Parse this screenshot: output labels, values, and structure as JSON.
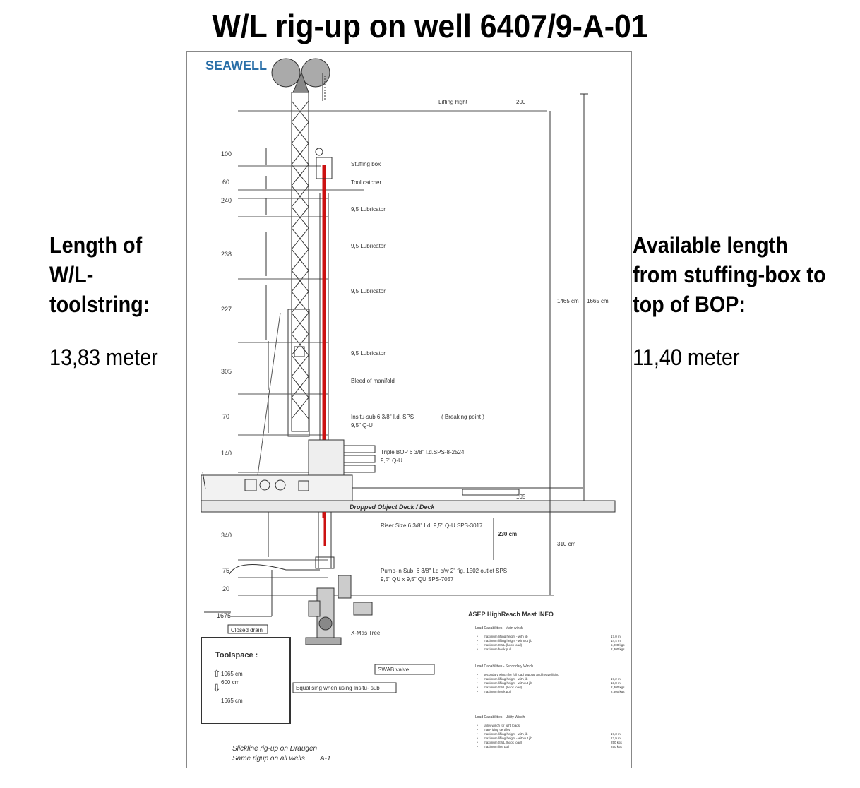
{
  "page": {
    "title": "W/L rig-up on well  6407/9-A-01",
    "left_heading": [
      "Length of",
      "W/L-",
      "toolstring:"
    ],
    "left_value": "13,83 meter",
    "right_heading": [
      "Available length",
      "from stuffing-box to",
      "top of BOP:"
    ],
    "right_value": "11,40 meter"
  },
  "drawing": {
    "logo": "SEAWELL",
    "lifting": {
      "label": "Lifting hight",
      "value": "200"
    },
    "lengths_left": [
      "100",
      "60",
      "240",
      "238",
      "227",
      "305",
      "70",
      "140",
      "340",
      "75",
      "20",
      "1675"
    ],
    "components": {
      "stuffing_box": "Stuffing box",
      "tool_catcher": "Tool catcher",
      "lubricator": "9,5 Lubricator",
      "bleed": "Bleed of manifold",
      "insitu_1": "Insitu-sub 6 3/8\" I.d. SPS",
      "insitu_2": "9,5\" Q-U",
      "breaking": "( Breaking point )",
      "bop_1": "Triple BOP 6 3/8\" I.d.SPS-8-2524",
      "bop_2": "9,5\" Q-U",
      "deck": "Dropped Object Deck / Deck",
      "deck_h": "105",
      "riser": "Riser Size:6 3/8\" I.d. 9,5\" Q-U SPS-3017",
      "riser_dim": "230 cm",
      "pump_1": "Pump-in Sub, 6 3/8\" I.d c/w 2\" fig. 1502 outlet SPS",
      "pump_2": "9,5\" QU x 9,5\" QU SPS-7057",
      "xmas": "X-Mas Tree",
      "swab": "SWAB valve",
      "equalising": "Equalising when using Insitu- sub",
      "closed_drain": "Closed drain"
    },
    "dims_right": {
      "d1465": "1465 cm",
      "d1665": "1665 cm",
      "d310": "310 cm"
    },
    "toolspace": {
      "title": "Toolspace :",
      "v1": "1065 cm",
      "v2": "600 cm",
      "total": "1665 cm"
    },
    "caption_1": "Slickline rig-up on Draugen",
    "caption_2": "Same rigup on all wells",
    "caption_3": "A-1",
    "asep": {
      "title": "ASEP HighReach Mast INFO",
      "main_head": "Load Capabilities - Main winch",
      "main_items": [
        [
          "maximum lifting height - with jib",
          "17,0 m"
        ],
        [
          "maximum lifting height - without jib",
          "14,4 m"
        ],
        [
          "maximum SWL (hook load)",
          "5,000 kgs"
        ],
        [
          "maximum hook pull",
          "2,300 kgs"
        ]
      ],
      "sec_head": "Load Capabilities - Secondary Winch",
      "sec_items": [
        [
          "secondary winch for full load support and heavy lifting",
          ""
        ],
        [
          "maximum lifting height - with jib",
          "17,2 m"
        ],
        [
          "maximum lifting height - without jib",
          "13,8 m"
        ],
        [
          "maximum SWL (hook load)",
          "2,300 kgs"
        ],
        [
          "maximum hook pull",
          "2,800 kgs"
        ]
      ],
      "util_head": "Load Capabilities - Utility Winch",
      "util_items": [
        [
          "utility winch for light loads",
          ""
        ],
        [
          "man-riding certified",
          ""
        ],
        [
          "maximum lifting height - with jib",
          "17,3 m"
        ],
        [
          "maximum lifting height - without jib",
          "13,9 m"
        ],
        [
          "maximum SWL (hook load)",
          "250 kgs"
        ],
        [
          "maximum line pull",
          "250 kgs"
        ]
      ]
    }
  }
}
